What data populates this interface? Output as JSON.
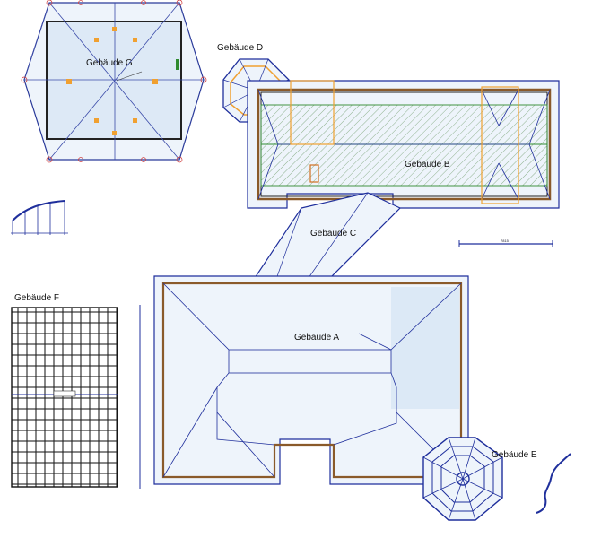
{
  "buildings": {
    "a": "Gebäude A",
    "b": "Gebäude B",
    "c": "Gebäude C",
    "d": "Gebäude D",
    "e": "Gebäude E",
    "f": "Gebäude F",
    "g": "Gebäude G"
  },
  "dimension": {
    "b_right": "7815"
  },
  "colors": {
    "outline": "#1f2f9c",
    "roof_fill": "#eef4fb",
    "orange": "#f0a030",
    "brown": "#8a5a2a",
    "green": "#2f8a2f",
    "red_vertex": "#d04040",
    "hatch": "#7aa07a"
  }
}
